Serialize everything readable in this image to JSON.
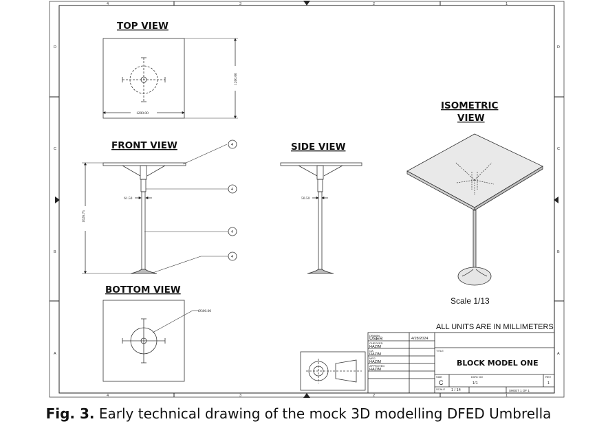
{
  "drawing": {
    "views": {
      "top": "TOP VIEW",
      "front": "FRONT VIEW",
      "side": "SIDE VIEW",
      "bottom": "BOTTOM VIEW",
      "iso_line1": "ISOMETRIC",
      "iso_line2": "VIEW"
    },
    "dimensions": {
      "top_width": "1200.00",
      "top_height": "1200.00",
      "front_height": "1626.75",
      "front_pole": "61.50",
      "side_pole": "50.50",
      "bottom_dia": "Ø300.00"
    },
    "balloon": "4",
    "scale_note": "Scale 1/13",
    "units_note": "ALL UNITS ARE IN MILLIMETERS",
    "grid_cols": [
      "4",
      "3",
      "2",
      "1"
    ],
    "grid_rows": [
      "D",
      "C",
      "B",
      "A"
    ],
    "title_block": {
      "drawn_label": "DRAWN",
      "drawn_value": "USER",
      "drawn_date": "4/28/2024",
      "checked_label": "CHECKED",
      "checked_value": "HAZIM",
      "qa_label": "QA",
      "qa_value": "HAZIM",
      "mfg_label": "MFG",
      "mfg_value": "HAZIM",
      "approved_label": "APPROVED",
      "approved_value": "HAZIM",
      "title_label": "TITLE",
      "title": "BLOCK MODEL ONE",
      "size_label": "SIZE",
      "size": "C",
      "dwg_label": "DWG NO",
      "dwg": "1/1",
      "rev_label": "REV",
      "rev": "1",
      "scale_label": "SCALE",
      "scale": "1 / 14",
      "sheet": "SHEET 1  OF 1"
    }
  },
  "caption": {
    "label": "Fig. 3.",
    "text": " Early technical drawing of the mock 3D modelling DFED Umbrella"
  }
}
